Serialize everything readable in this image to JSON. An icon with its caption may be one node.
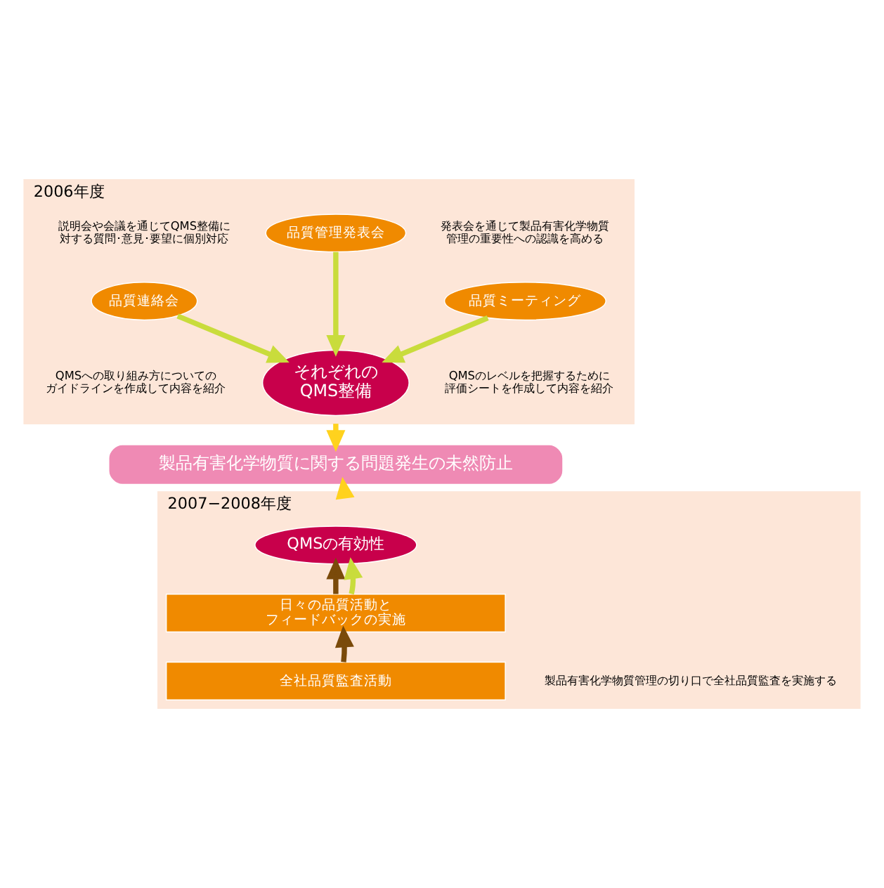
{
  "diagram": {
    "nodes": [
      {
        "text": [
          "2006年度"
        ]
      },
      {
        "text": [
          "品質管理発表会"
        ],
        "in": 0
      },
      {
        "text": [
          "品質連絡会"
        ],
        "in": 0
      },
      {
        "text": [
          "品質ミーティング"
        ],
        "in": 0
      },
      {
        "text": [
          "それぞれのQMS整備"
        ],
        "in": 0
      },
      {
        "text": [
          "製品有害化学物質に関する問題発生の未然防止"
        ]
      },
      {
        "text": [
          "2007−2008年度"
        ]
      },
      {
        "text": [
          "QMSの有効性"
        ],
        "in": 6
      },
      {
        "text": [
          "日々の品質活動とフィードバックの実施"
        ],
        "in": 6
      },
      {
        "text": [
          "全社品質監査活動"
        ],
        "in": 6,
        "beside": [
          "製品有害化学物質管理の切り口で全社品質監査を実施する"
        ]
      }
    ],
    "edges": [
      {
        "from": 1,
        "to": 4,
        "arrow": "to",
        "color": "#c9dc3c"
      },
      {
        "from": 2,
        "to": 4,
        "arrow": "to",
        "color": "#c9dc3c"
      },
      {
        "from": 3,
        "to": 4,
        "arrow": "to",
        "color": "#c9dc3c"
      },
      {
        "from": 0,
        "to": 5,
        "arrow": "to",
        "color": "#ffd21e"
      },
      {
        "from": 6,
        "to": 5,
        "arrow": "to",
        "color": "#ffd21e"
      },
      {
        "from": 9,
        "to": 8,
        "arrow": "to",
        "color": "#7a4a0a"
      },
      {
        "from": 8,
        "to": 7,
        "arrow": "to",
        "color": "#7a4a0a"
      },
      {
        "from": 8,
        "to": 7,
        "arrow": "to",
        "color": "#c9dc3c"
      }
    ],
    "labels": [
      "説明会や会議を通じてQMS整備に対する質問･意見･要望に個別対応",
      "発表会を通じて製品有害化学物質管理の重要性への認識を高める",
      "QMSへの取り組み方についてのガイドラインを作成して内容を紹介",
      "QMSのレベルを把握するために評価シートを作成して内容を紹介"
    ]
  }
}
